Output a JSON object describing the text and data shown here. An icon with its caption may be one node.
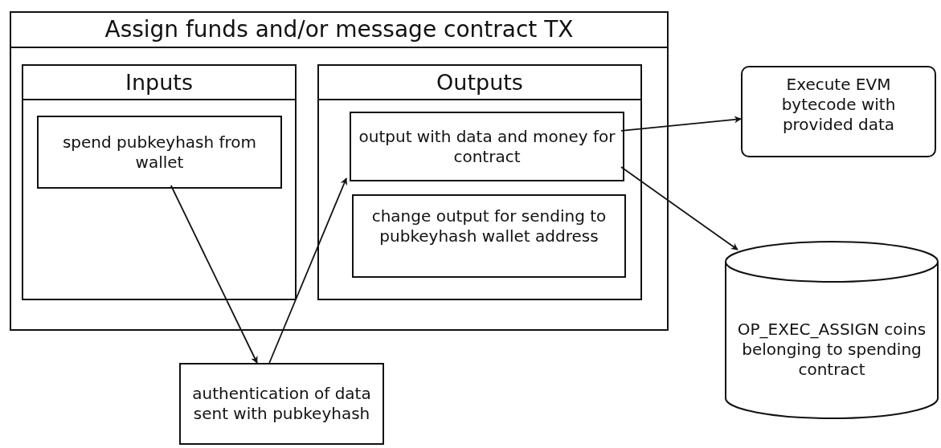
{
  "diagram": {
    "nodes": [
      {
        "text": [
          "Assign funds and/or message contract TX"
        ]
      },
      {
        "text": [
          "Inputs"
        ],
        "in": 0
      },
      {
        "text": [
          "spend pubkeyhash from wallet"
        ],
        "in": 1
      },
      {
        "text": [
          "Outputs"
        ],
        "in": 0
      },
      {
        "text": [
          "output with data and money for contract"
        ],
        "in": 3
      },
      {
        "text": [
          "change output for sending to pubkeyhash wallet address"
        ],
        "in": 3
      },
      {
        "text": [
          "Execute EVM bytecode with provided data"
        ]
      },
      {
        "text": [
          "OP_EXEC_ASSIGN coins belonging to spending contract"
        ]
      },
      {
        "text": [
          "authentication of data sent with pubkeyhash"
        ]
      }
    ],
    "edges": [
      {
        "from": 2,
        "to": 8,
        "arrow": "to"
      },
      {
        "from": 8,
        "to": 4,
        "arrow": "to"
      },
      {
        "from": 4,
        "to": 6,
        "arrow": "to"
      },
      {
        "from": 4,
        "to": 7,
        "arrow": "to"
      }
    ]
  }
}
